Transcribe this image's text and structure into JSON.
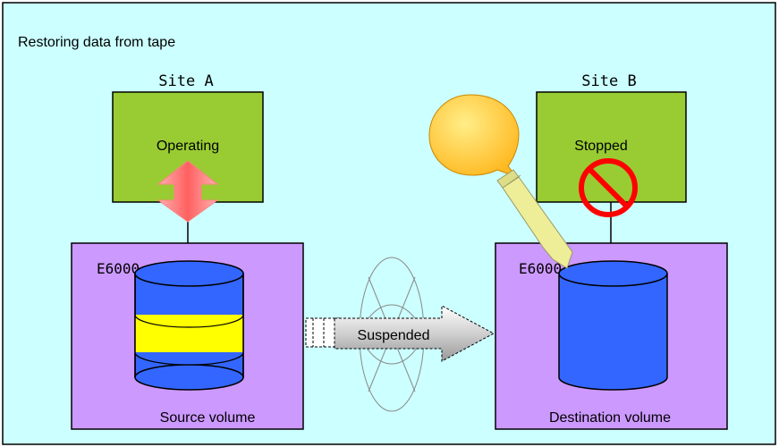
{
  "title": "Restoring data from tape",
  "site_a": {
    "name": "Site A",
    "server_status": "Operating",
    "storage_model": "E6000",
    "volume_label": "Source volume"
  },
  "site_b": {
    "name": "Site B",
    "server_status": "Stopped",
    "storage_model": "E6000",
    "volume_label": "Destination volume"
  },
  "link": {
    "status": "Suspended"
  },
  "colors": {
    "background": "#ccffff",
    "server_box": "#99cc33",
    "storage_box": "#cc99ff",
    "disk_blue": "#3366ff",
    "disk_yellow": "#ffff00",
    "io_arrow": "#ff8080",
    "tape_callout": "#ffcc33",
    "tape_arrow": "#eeee99",
    "stop_sign": "#ff0000",
    "suspended_arrow": "#c0c0c0"
  },
  "icons": {
    "server_io": "double-headed-arrow-icon",
    "stop": "prohibited-sign-icon",
    "tape": "speech-bubble-icon",
    "restore": "pencil-arrow-icon",
    "disk": "cylinder-icon",
    "link_broken": "dashed-link-icon"
  }
}
